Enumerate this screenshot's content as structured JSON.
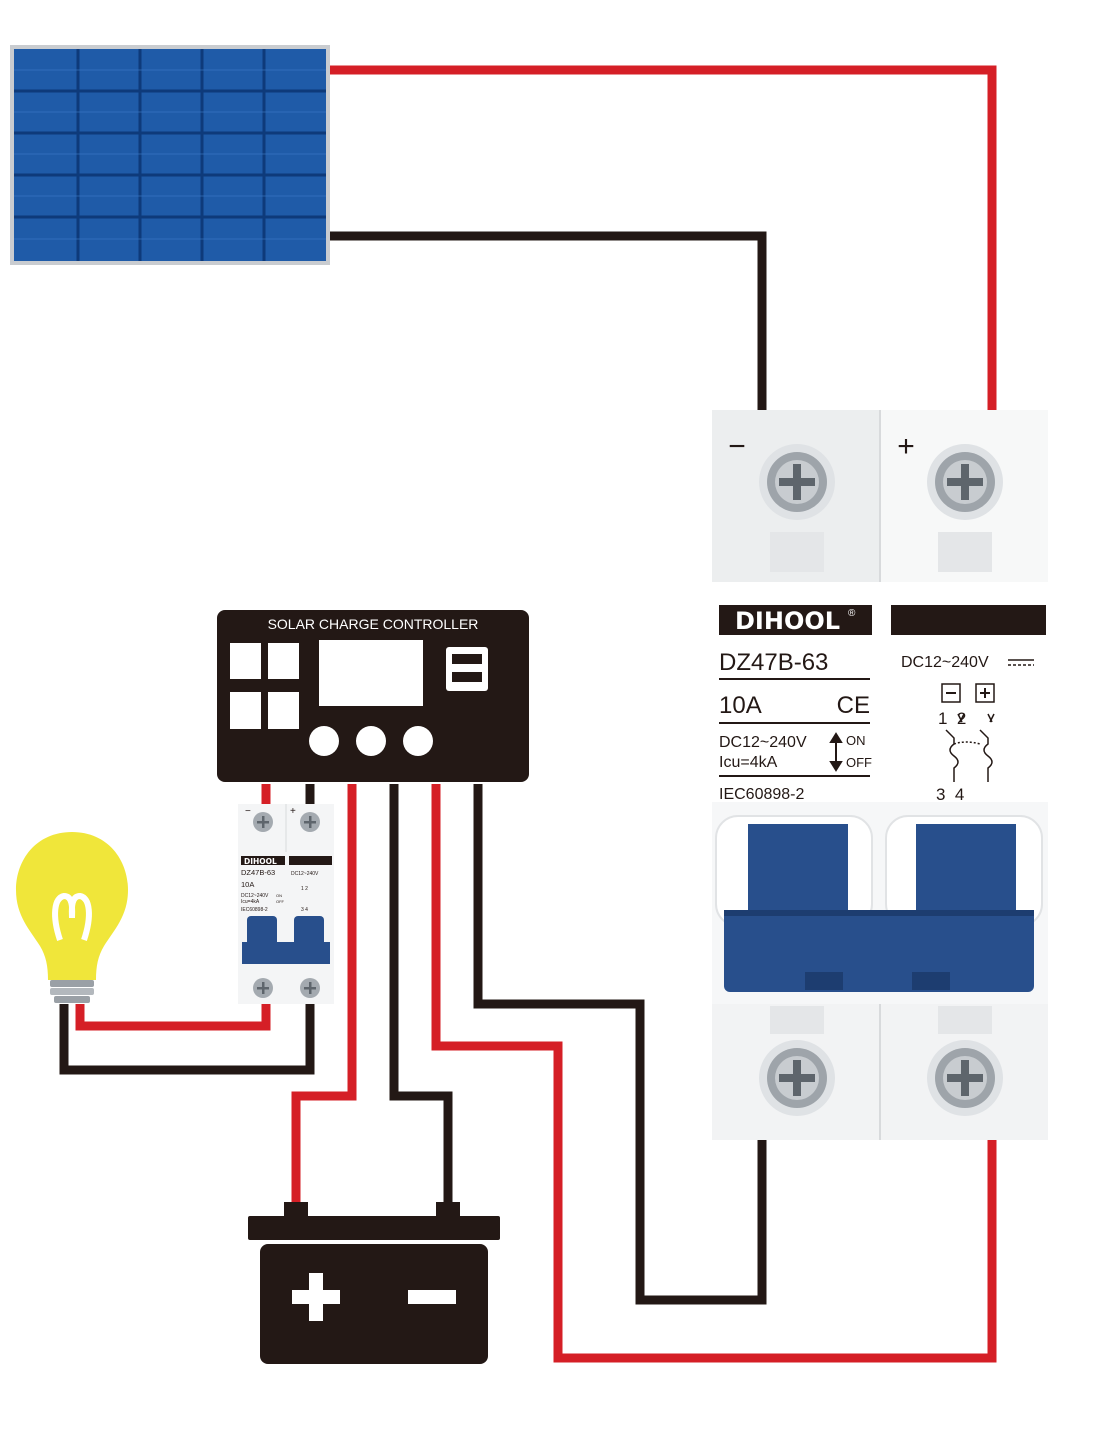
{
  "colors": {
    "wire_positive": "#d51f26",
    "wire_negative": "#231815",
    "panel_blue": "#1f5ba8",
    "breaker_handle": "#284f8c",
    "controller_body": "#231815",
    "bulb_yellow": "#f0e63a"
  },
  "controller": {
    "title": "SOLAR CHARGE CONTROLLER",
    "icons": [
      "grid-icon",
      "display-screen",
      "usb-port-icon",
      "button-icon"
    ]
  },
  "breaker": {
    "minus_label": "−",
    "plus_label": "+",
    "brand": "DIHOOL",
    "registered": "®",
    "model": "DZ47B-63",
    "rating": "10A",
    "ce_mark": "CE",
    "voltage": "DC12~240V",
    "icu": "Icu=4kA",
    "on_label": "ON",
    "off_label": "OFF",
    "standard": "IEC60898-2",
    "voltage_right": "DC12~240V",
    "pole_top": "1  2",
    "pole_bottom": "3  4"
  },
  "small_breaker": {
    "minus_label": "−",
    "plus_label": "+",
    "brand": "DIHOOL",
    "model": "DZ47B-63",
    "rating": "10A",
    "voltage": "DC12~240V",
    "icu": "Icu=4kA",
    "on_label": "ON",
    "off_label": "OFF",
    "standard": "IEC60898-2",
    "voltage_right": "DC12~240V",
    "pole_top": "1 2",
    "pole_bottom": "3 4"
  },
  "battery": {
    "plus_symbol": "+",
    "minus_symbol": "−"
  }
}
